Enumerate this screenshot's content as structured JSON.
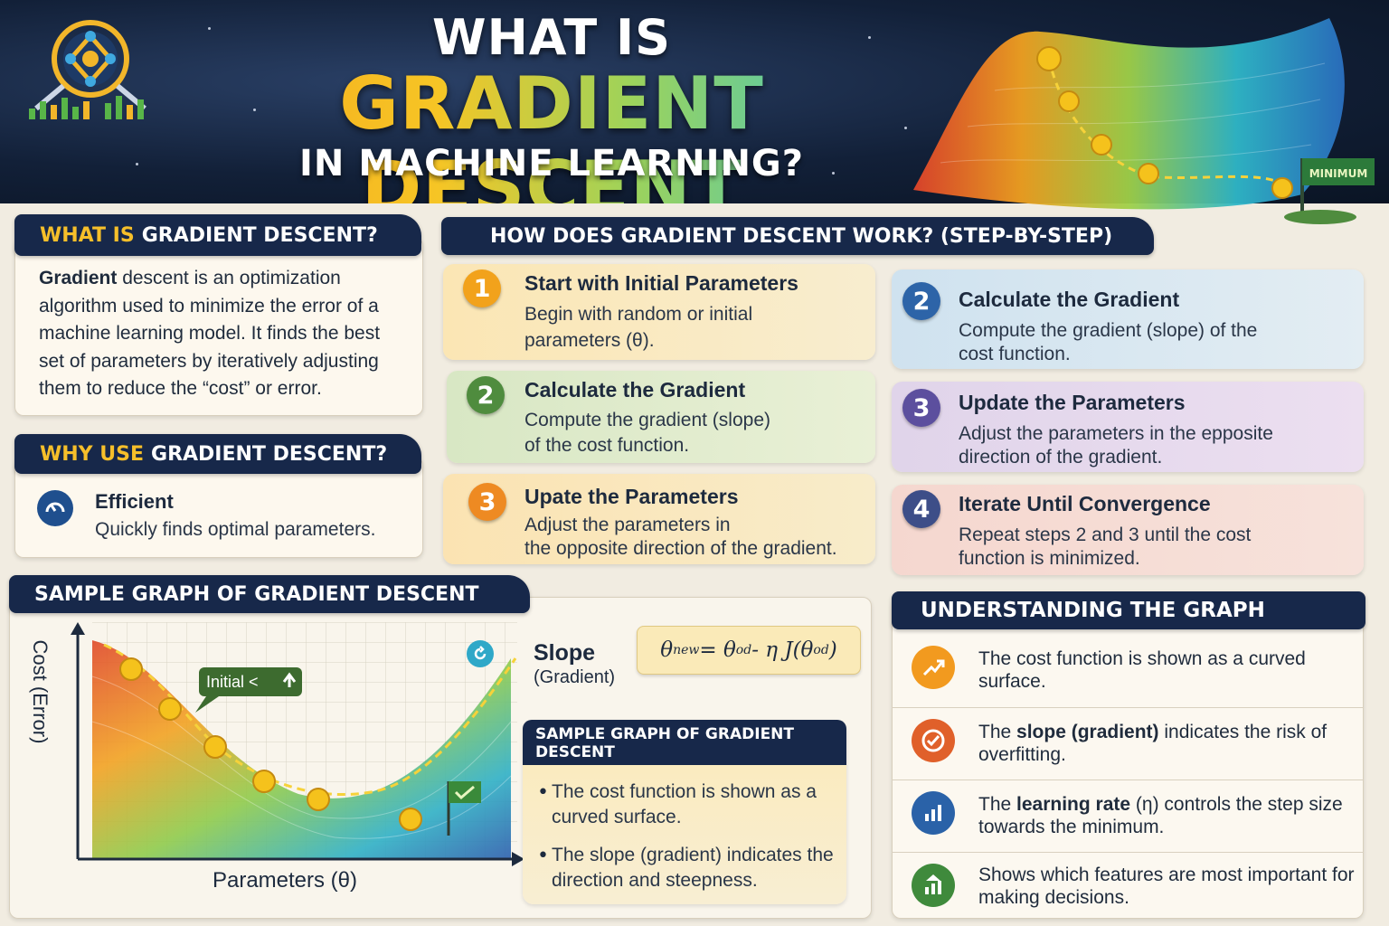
{
  "header": {
    "title_top": "WHAT IS",
    "title_main": "GRADIENT DESCENT",
    "title_sub": "IN MACHINE LEARNING?",
    "flag_label": "MINIMUM"
  },
  "what_is": {
    "banner_highlight": "WHAT IS",
    "banner_rest": "GRADIENT DESCENT?",
    "lead": "Gradient",
    "body": "descent is an optimization algorithm used to minimize the error of a machine learning model. It finds the best set of parameters by iteratively adjusting them to reduce the “cost” or error."
  },
  "why_use": {
    "banner_highlight": "WHY USE",
    "banner_rest": "GRADIENT DESCENT?",
    "item_title": "Efficient",
    "item_desc": "Quickly finds optimal parameters.",
    "icon": "gauge-icon"
  },
  "how": {
    "banner": "HOW DOES GRADIENT DESCENT WORK? (STEP-BY-STEP)",
    "left_steps": [
      {
        "num": "1",
        "title": "Start with Initial Parameters",
        "desc1": "Begin with random or initial",
        "desc2": "parameters (θ).",
        "color": "#f2a21b"
      },
      {
        "num": "2",
        "title": "Calculate the Gradient",
        "desc1": "Compute the gradient (slope)",
        "desc2": "of the cost function.",
        "color": "#4f8c3e"
      },
      {
        "num": "3",
        "title": "Upate the Parameters",
        "desc1": "Adjust the parameters in",
        "desc2": "the opposite direction of the gradient.",
        "color": "#ee8a22"
      }
    ],
    "right_steps": [
      {
        "num": "2",
        "title": "Calculate the Gradient",
        "desc1": "Compute the gradient (slope) of the",
        "desc2": "cost function.",
        "color": "#2d64a8"
      },
      {
        "num": "3",
        "title": "Update the Parameters",
        "desc1": "Adjust the parameters in the epposite",
        "desc2": "direction of the gradient.",
        "color": "#5c4f9e"
      },
      {
        "num": "4",
        "title": "Iterate Until Convergence",
        "desc1": "Repeat steps 2 and 3 until the cost",
        "desc2": "function is minimized.",
        "color": "#3d4e88"
      }
    ]
  },
  "sample_graph": {
    "banner": "SAMPLE GRAPH OF GRADIENT DESCENT",
    "y_axis": "Cost (Error)",
    "x_axis": "Parameters (θ)",
    "initial_label": "Initial <",
    "slope_label": "Slope",
    "slope_sub": "(Gradient)",
    "formula_main": "θ",
    "formula_sub": "new",
    "formula_rest": " = θ",
    "formula_sub2": "od",
    "formula_tail": " - η J(θ",
    "formula_sub3": "od",
    "formula_end": ")",
    "inner_banner": "SAMPLE GRAPH OF GRADIENT DESCENT",
    "bullet1": "The cost  function is shown as a curved surface.",
    "bullet2": "The slope (gradient) indicates the direction and steepness."
  },
  "understanding": {
    "banner": "UNDERSTANDING THE GRAPH",
    "rows": [
      {
        "pre": "The cost function is shown as a curved surface.",
        "bold": "",
        "post": "",
        "icon": "trend-up-icon",
        "color": "#f29a1f"
      },
      {
        "pre": "The ",
        "bold": "slope (gradient)",
        "post": " indicates the risk of overfitting.",
        "icon": "target-check-icon",
        "color": "#e0602a"
      },
      {
        "pre": "The ",
        "bold": "learning rate",
        "post": " (η) controls the step size towards the minimum.",
        "icon": "bar-chart-icon",
        "color": "#2a62a8"
      },
      {
        "pre": "Shows which features are most important for making decisions.",
        "bold": "",
        "post": "",
        "icon": "growth-arrow-icon",
        "color": "#3f8a3c"
      }
    ]
  },
  "colors": {
    "navy": "#17284a",
    "gold": "#f6bf2a"
  }
}
